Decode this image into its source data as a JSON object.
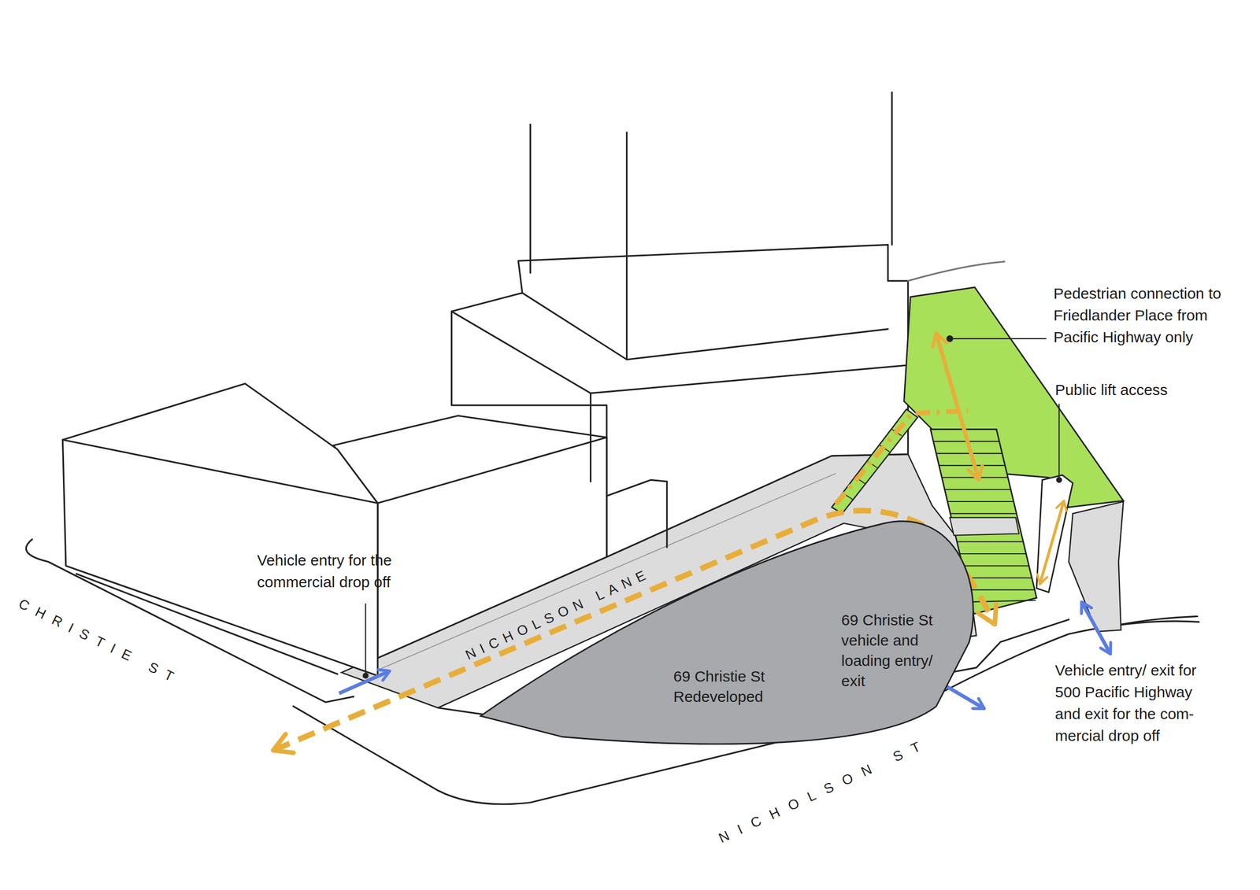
{
  "diagram": {
    "nodes": [
      {
        "text": [
          "69 Christie St vehicle and loading entry/ exit",
          "69 Christie St Redeveloped"
        ]
      }
    ],
    "labels": [
      "CHRISTIE ST",
      "NICHOLSON LANE",
      "NICHOLSON ST",
      "Vehicle entry for the commercial drop off",
      "Pedestrian connection to Friedlander Place from Pacific Highway only",
      "Public lift access",
      "Vehicle entry/ exit for 500 Pacific Highway and exit for the com-mercial drop off"
    ]
  }
}
